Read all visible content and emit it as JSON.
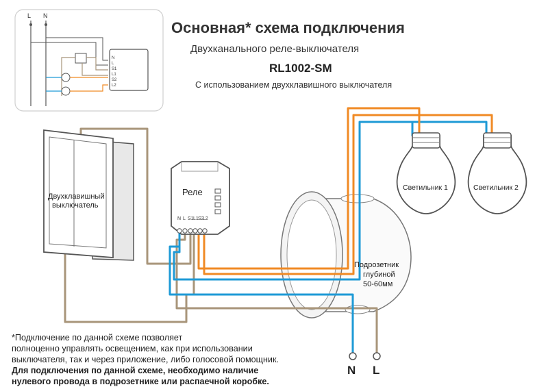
{
  "header": {
    "title": "Основная* схема подключения",
    "subtitle": "Двухканального реле-выключателя",
    "model": "RL1002-SM",
    "subtitle2": "С использованием двухклавишного выключателя"
  },
  "mini_diagram": {
    "line_label": "L",
    "neutral_label": "N",
    "terminals": [
      "N",
      "L",
      "S1",
      "L1",
      "S2",
      "L2"
    ]
  },
  "switch": {
    "label_line1": "Двухклавишный",
    "label_line2": "выключатель"
  },
  "relay": {
    "label": "Реле",
    "terminals": [
      "N",
      "L",
      "S1",
      "L1",
      "S2",
      "L2"
    ]
  },
  "box": {
    "label_line1": "Подрозетник",
    "label_line2": "глубиной",
    "label_line3": "50-60мм"
  },
  "lamps": [
    {
      "label": "Светильник 1"
    },
    {
      "label": "Светильник 2"
    }
  ],
  "mains": {
    "neutral": "N",
    "line": "L"
  },
  "notes": {
    "line1": "*Подключение по данной схеме позволяет",
    "line2": "полноценно управлять освещением, как при использовании",
    "line3": "выключателя, так и через приложение, либо голосовой помощник.",
    "bold1": "Для подключения по данной схеме, необходимо наличие",
    "bold2": "нулевого провода в подрозетнике или распаечной коробке."
  },
  "colors": {
    "orange": "#F08A24",
    "blue": "#1E9AD6",
    "brown": "#A8957A",
    "frame": "#555555"
  }
}
